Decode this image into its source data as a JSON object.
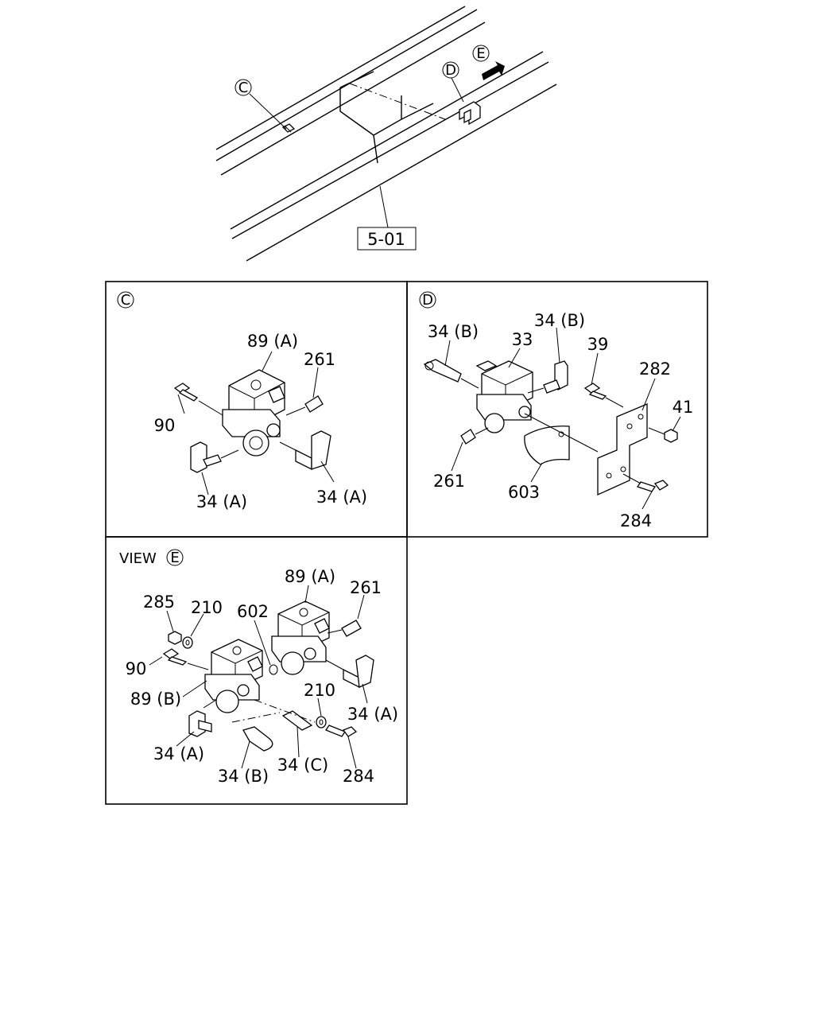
{
  "frame_view": {
    "callouts": {
      "c": "C",
      "d": "D",
      "e": "E"
    },
    "ref_box": "5-01"
  },
  "panel_c": {
    "tag": "C",
    "labels": {
      "valve": "89 (A)",
      "plug": "261",
      "bolt": "90",
      "elbow_left": "34 (A)",
      "elbow_right": "34 (A)"
    }
  },
  "panel_d": {
    "tag": "D",
    "labels": {
      "fitting_left": "34 (B)",
      "valve": "33",
      "fitting_top": "34 (B)",
      "bolt_top": "39",
      "bracket": "282",
      "nut": "41",
      "plug": "261",
      "cover": "603",
      "bolt_bottom": "284"
    }
  },
  "panel_e": {
    "view_prefix": "VIEW",
    "tag": "E",
    "labels": {
      "nut": "285",
      "washer_top": "210",
      "oring": "602",
      "valve_a": "89 (A)",
      "plug": "261",
      "bolt": "90",
      "valve_b": "89 (B)",
      "washer_bottom": "210",
      "elbow_right": "34 (A)",
      "elbow_left": "34 (A)",
      "fitting_b": "34 (B)",
      "fitting_c": "34 (C)",
      "bolt_bottom": "284"
    }
  }
}
